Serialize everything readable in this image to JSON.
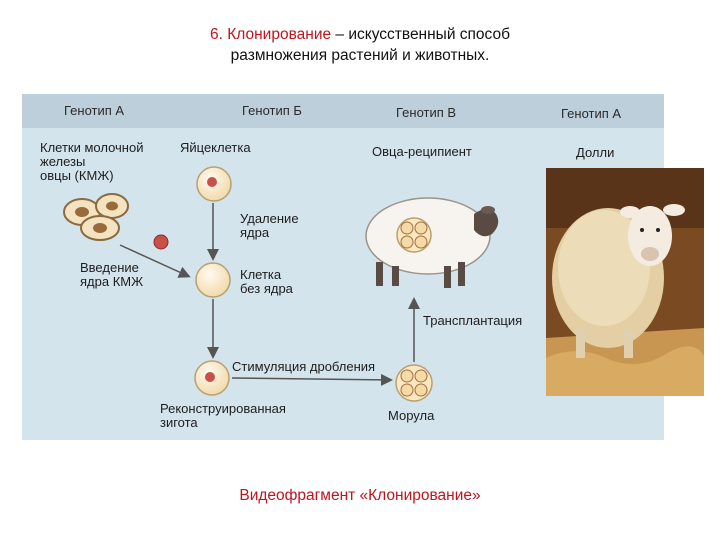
{
  "slide": {
    "title_line1_red": "6. Клонирование",
    "title_line1_rest": " – искусственный способ",
    "title_line2": "размножения растений и животных.",
    "video_link": "Видеофрагмент «Клонирование»"
  },
  "diagram": {
    "genotype_headers": [
      "Генотип А",
      "Генотип Б",
      "Генотип В",
      "Генотип А"
    ],
    "labels": {
      "mammary_cells": "Клетки молочной\nжелезы\nовцы (КМЖ)",
      "egg_cell": "Яйцеклетка",
      "recipient_sheep": "Овца-реципиент",
      "dolly": "Долли",
      "nucleus_removal": "Удаление\nядра",
      "nucleus_insertion": "Введение\nядра КМЖ",
      "enucleated_cell": "Клетка\nбез ядра",
      "transplantation": "Трансплантация",
      "cleavage_stimulation": "Стимуляция дробления",
      "reconstructed_zygote": "Реконструированная\nзигота",
      "morula": "Морула"
    }
  },
  "colors": {
    "title_accent": "#c0141c",
    "panel_bg": "#d4e4ec",
    "cell_fill": "#fbe7c0",
    "nucleus": "#c8504a"
  }
}
